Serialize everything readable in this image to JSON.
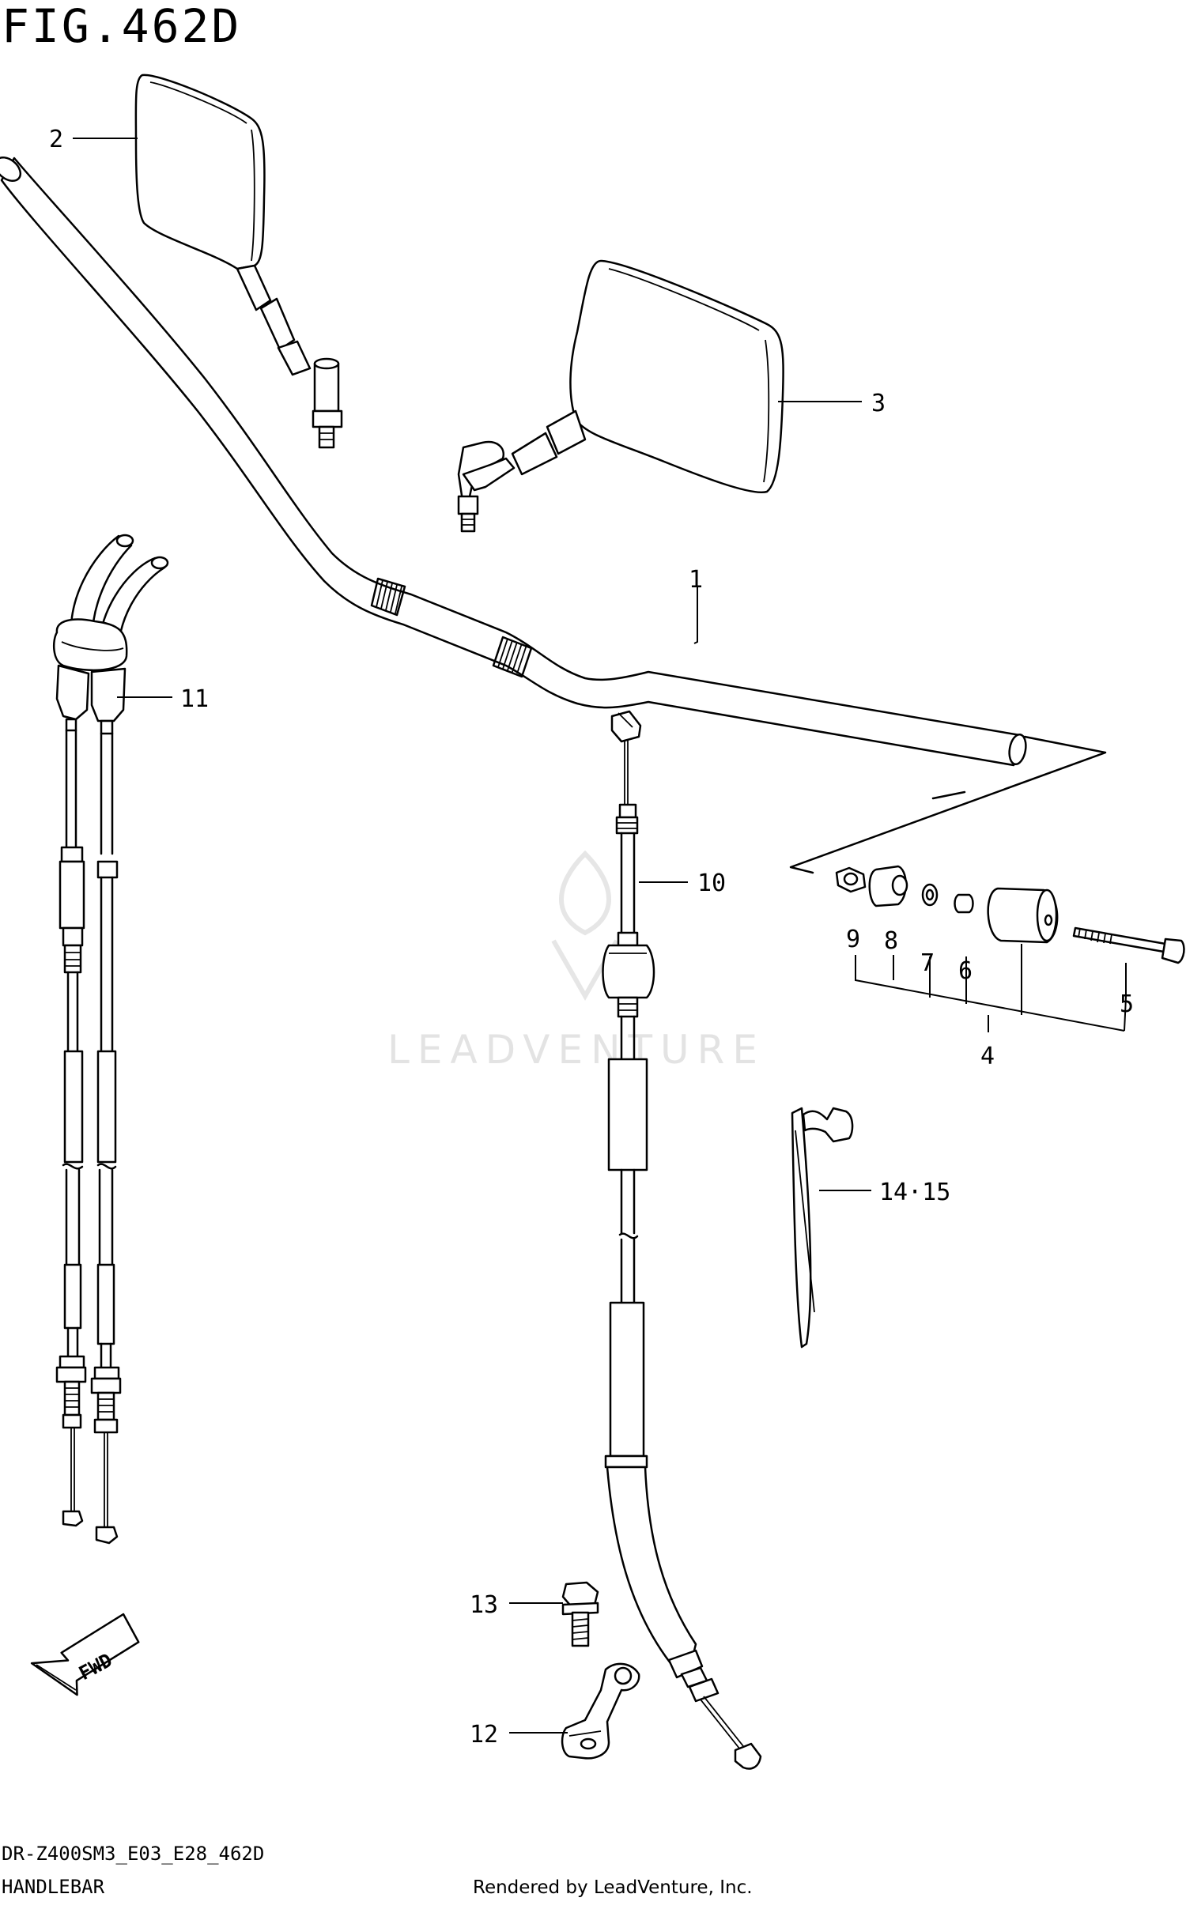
{
  "figure": {
    "title": "FIG.462D"
  },
  "watermark": {
    "text": "LEADVENTURE"
  },
  "callouts": [
    {
      "id": "1",
      "text": "1"
    },
    {
      "id": "2",
      "text": "2"
    },
    {
      "id": "3",
      "text": "3"
    },
    {
      "id": "4",
      "text": "4"
    },
    {
      "id": "5",
      "text": "5"
    },
    {
      "id": "6",
      "text": "6"
    },
    {
      "id": "7",
      "text": "7"
    },
    {
      "id": "8",
      "text": "8"
    },
    {
      "id": "9",
      "text": "9"
    },
    {
      "id": "10",
      "text": "10"
    },
    {
      "id": "11",
      "text": "11"
    },
    {
      "id": "12",
      "text": "12"
    },
    {
      "id": "13",
      "text": "13"
    },
    {
      "id": "14-15",
      "text": "14·15"
    }
  ],
  "fwd_arrow": {
    "text": "FWD"
  },
  "footer": {
    "model_code": "DR-Z400SM3_E03_E28_462D",
    "page_name": "HANDLEBAR",
    "render_credit": "Rendered by LeadVenture, Inc."
  }
}
